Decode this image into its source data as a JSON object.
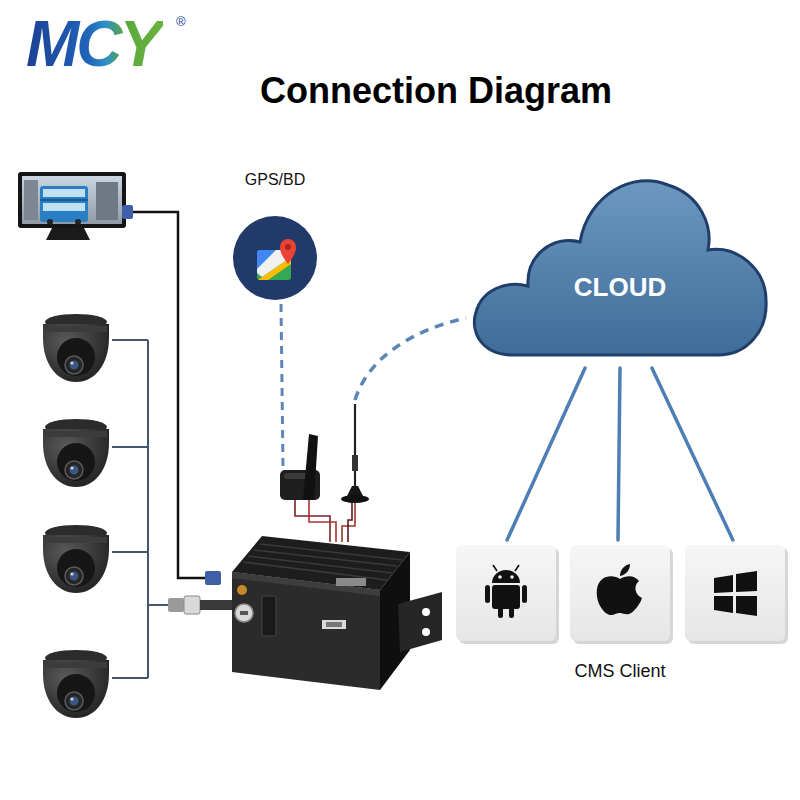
{
  "diagram": {
    "title": "Connection Diagram",
    "nodes": [
      {
        "text": [
          "GPS/BD"
        ]
      },
      {
        "text": [
          "CLOUD"
        ]
      },
      {
        "text": [
          "CMS Client"
        ]
      }
    ],
    "edges": [
      {
        "from": 1,
        "to": 2,
        "arrow": "none"
      },
      {
        "from": 1,
        "to": 2,
        "arrow": "none"
      },
      {
        "from": 1,
        "to": 2,
        "arrow": "none"
      }
    ],
    "labels": [
      "MCY",
      "®"
    ]
  }
}
